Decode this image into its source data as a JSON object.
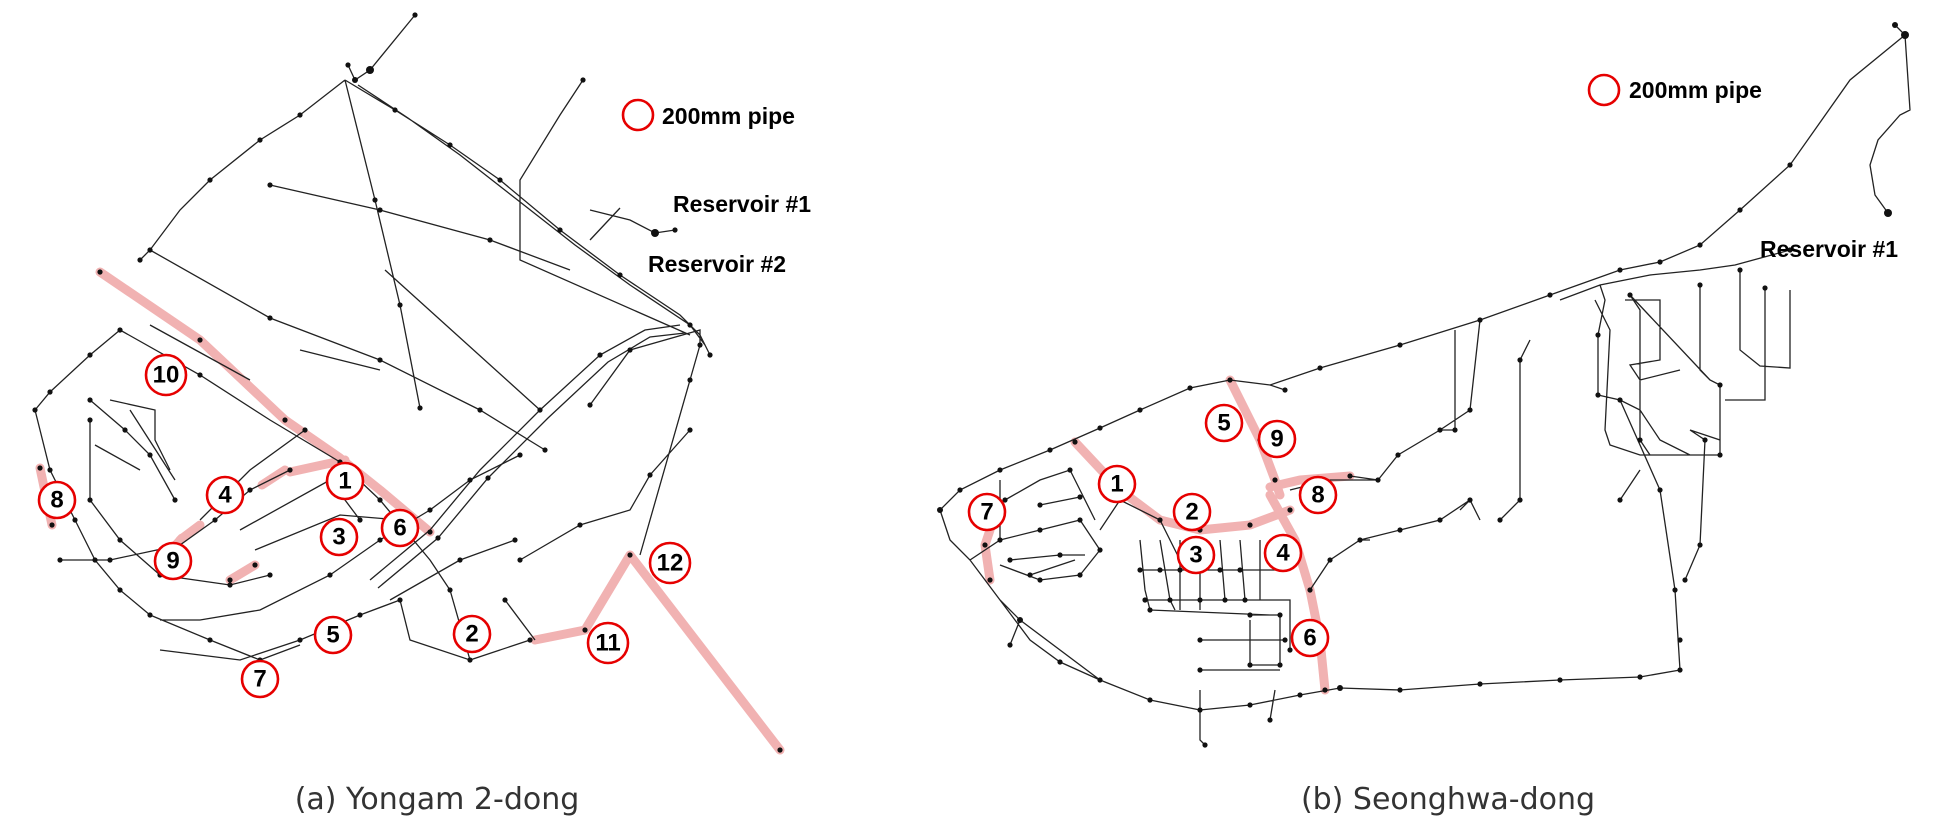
{
  "panels": [
    {
      "caption": "(a) Yongam 2-dong",
      "legend": "200mm pipe",
      "reservoirs": [
        "Reservoir #1",
        "Reservoir #2"
      ],
      "markers": [
        "1",
        "2",
        "3",
        "4",
        "5",
        "6",
        "7",
        "8",
        "9",
        "10",
        "11",
        "12"
      ]
    },
    {
      "caption": "(b) Seonghwa-dong",
      "legend": "200mm pipe",
      "reservoirs": [
        "Reservoir #1"
      ],
      "markers": [
        "1",
        "2",
        "3",
        "4",
        "5",
        "6",
        "7",
        "8",
        "9"
      ]
    }
  ],
  "colors": {
    "pipe": "#222222",
    "highlight": "#e57373",
    "marker_ring": "#e60000"
  }
}
